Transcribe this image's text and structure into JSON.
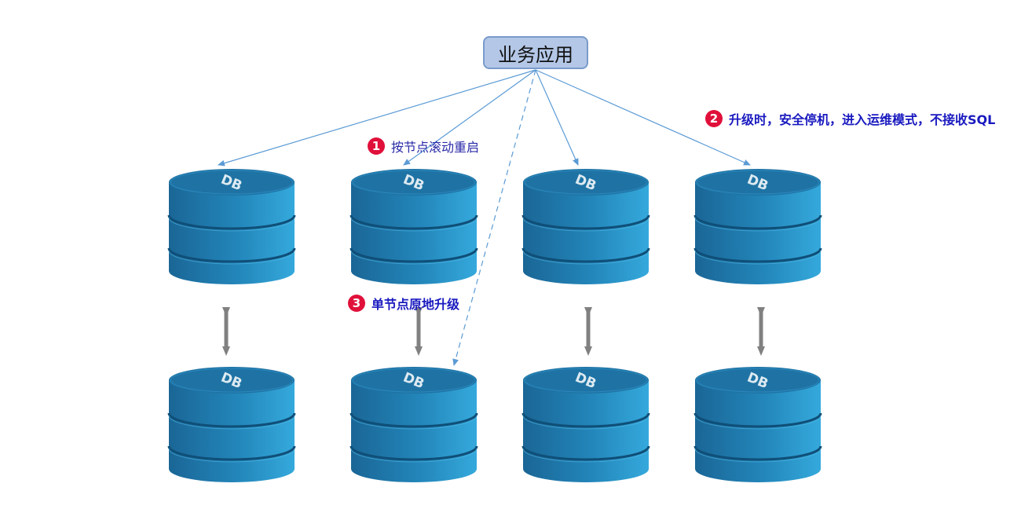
{
  "app": {
    "title": "业务应用"
  },
  "annotations": [
    {
      "number": "1",
      "text": "按节点滚动重启"
    },
    {
      "number": "2",
      "text": "升级时，安全停机，进入运维模式，不接收SQL"
    },
    {
      "number": "3",
      "text": "单节点原地升级"
    }
  ],
  "db_label": "DB",
  "colors": {
    "db_top": "#1d6f9f",
    "db_side_dark": "#1a5f8a",
    "db_side_light": "#2d9dd0",
    "arrow": "#5b9bd5",
    "sync_arrow": "#808080",
    "badge": "#e0103a"
  }
}
